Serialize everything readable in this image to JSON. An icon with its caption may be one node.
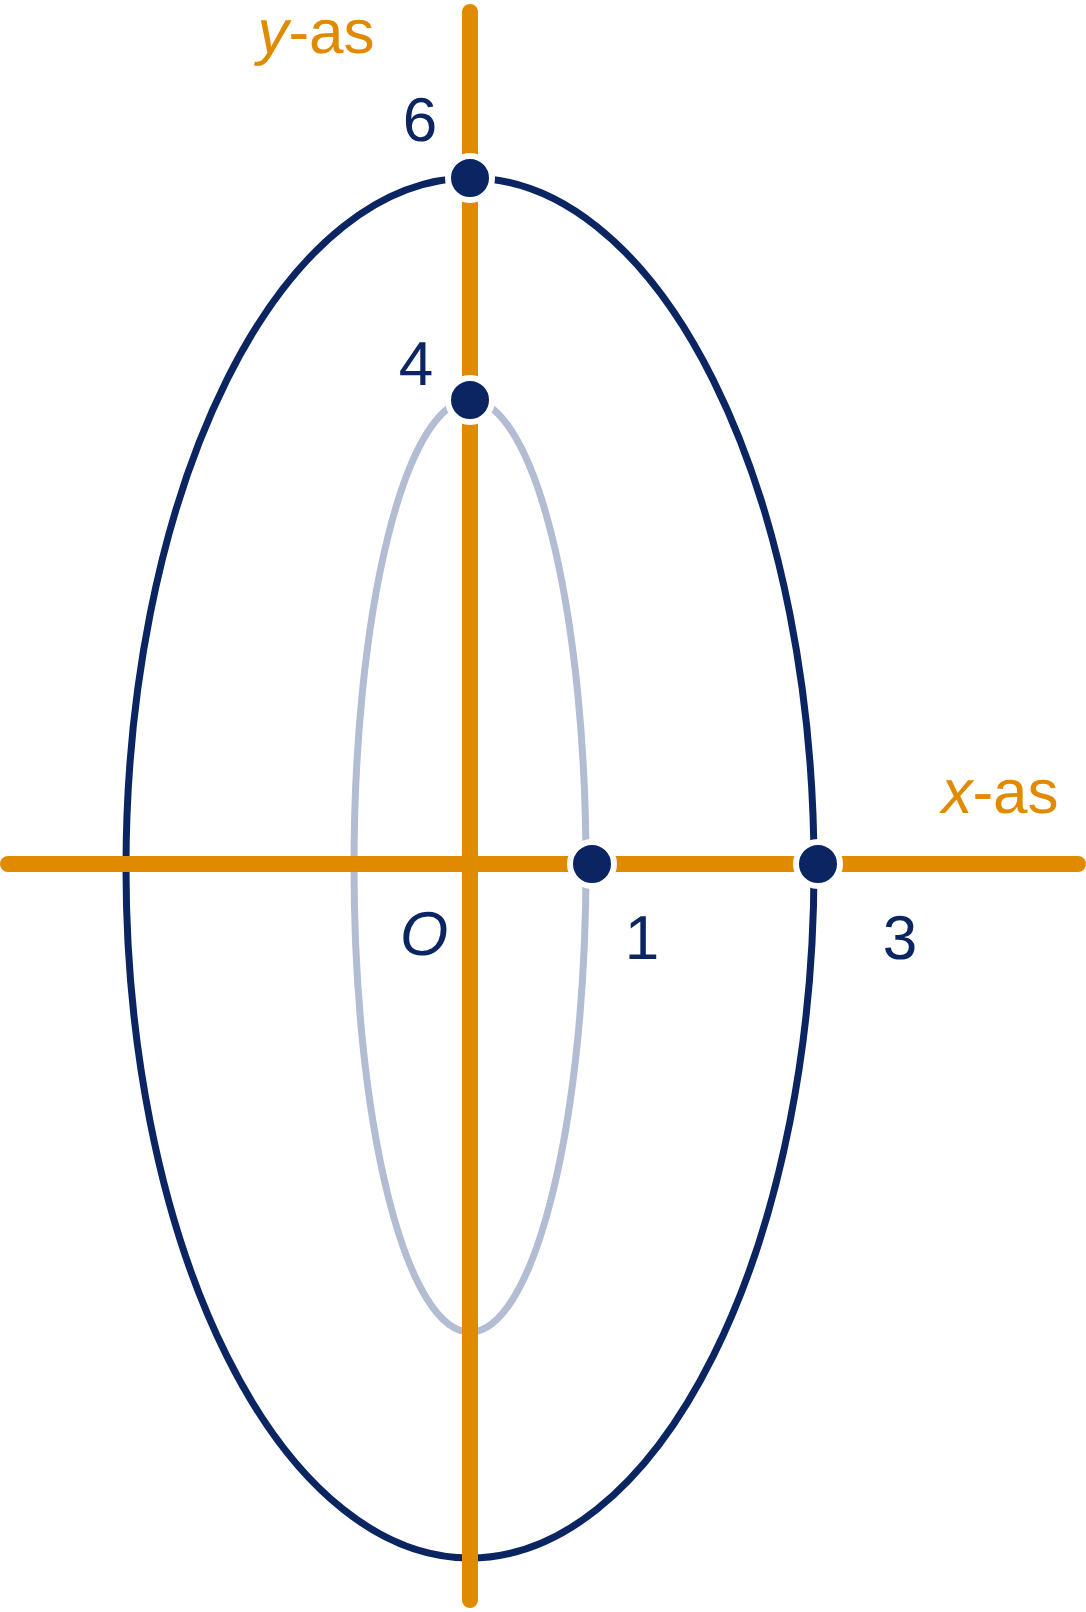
{
  "diagram": {
    "labels": [
      "*y*-as",
      "6",
      "4",
      "*x*-as",
      "O",
      "1",
      "3"
    ]
  }
}
